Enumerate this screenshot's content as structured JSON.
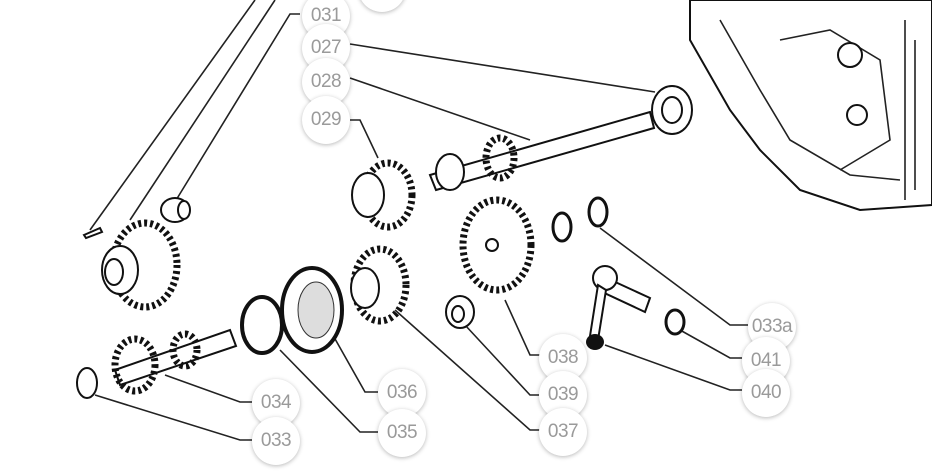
{
  "diagram": {
    "callouts": [
      {
        "id": "top-partial",
        "label": ""
      },
      {
        "id": "031",
        "label": "031"
      },
      {
        "id": "027",
        "label": "027"
      },
      {
        "id": "028",
        "label": "028"
      },
      {
        "id": "029",
        "label": "029"
      },
      {
        "id": "033a",
        "label": "033a"
      },
      {
        "id": "041",
        "label": "041"
      },
      {
        "id": "040",
        "label": "040"
      },
      {
        "id": "038",
        "label": "038"
      },
      {
        "id": "039",
        "label": "039"
      },
      {
        "id": "037",
        "label": "037"
      },
      {
        "id": "036",
        "label": "036"
      },
      {
        "id": "035",
        "label": "035"
      },
      {
        "id": "034",
        "label": "034"
      },
      {
        "id": "033",
        "label": "033"
      }
    ]
  }
}
